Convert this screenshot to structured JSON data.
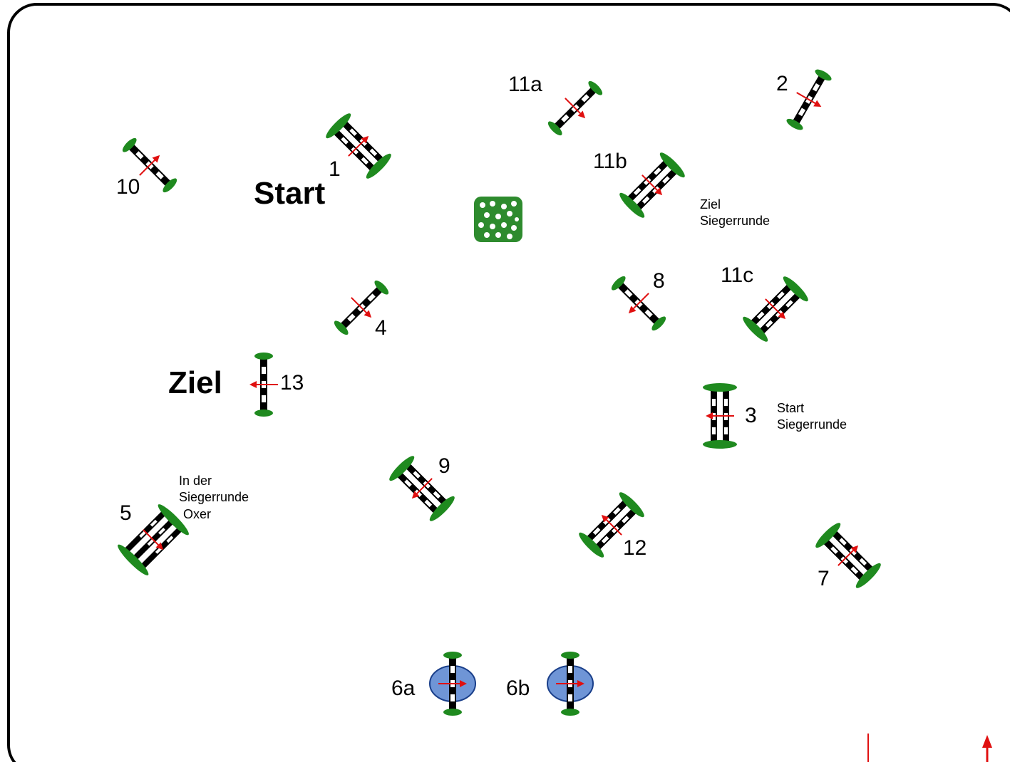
{
  "labels": {
    "start": "Start",
    "ziel": "Ziel",
    "ziel_siegerrunde_1": "Ziel",
    "ziel_siegerrunde_2": "Siegerrunde",
    "start_siegerrunde_1": "Start",
    "start_siegerrunde_2": "Siegerrunde",
    "oxer_note_1": "In der",
    "oxer_note_2": "Siegerrunde",
    "oxer_note_3": "Oxer"
  },
  "obstacles": {
    "o1": "1",
    "o2": "2",
    "o3": "3",
    "o4": "4",
    "o5": "5",
    "o6a": "6a",
    "o6b": "6b",
    "o7": "7",
    "o8": "8",
    "o9": "9",
    "o10": "10",
    "o11a": "11a",
    "o11b": "11b",
    "o11c": "11c",
    "o12": "12",
    "o13": "13"
  },
  "colors": {
    "pole_dark": "#000000",
    "pole_light": "#ffffff",
    "standard_green": "#1f8a1f",
    "arrow_red": "#e01010",
    "water_blue": "#6f95d6",
    "border": "#000000"
  }
}
